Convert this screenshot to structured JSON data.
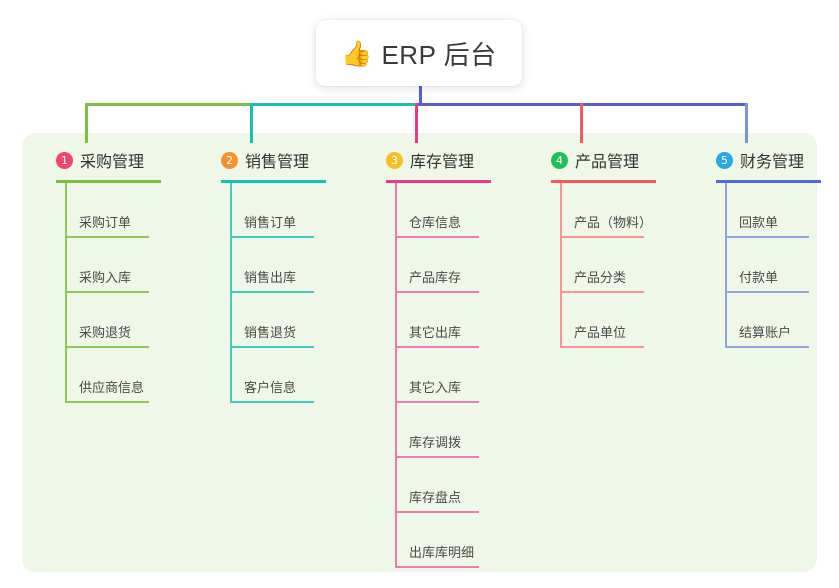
{
  "root": {
    "emoji": "👍",
    "emoji_name": "thumbs-up-icon",
    "title": "ERP 后台"
  },
  "colors": {
    "panel_background": "#eff7e9",
    "page_background": "#ffffff",
    "root_card_background": "#ffffff",
    "root_stem": "#5b5bd6",
    "connector_green": "#7cc043",
    "connector_teal": "#17bfb4",
    "connector_pink": "#ec3a8b",
    "connector_blue": "#5b5bd6",
    "connector_red": "#f25c5c",
    "connector_blue_light": "#7b93d6",
    "text_dark": "#333333",
    "text_leaf": "#4a4a4a"
  },
  "columns": [
    {
      "index": "1",
      "badge_color": "#f2456a",
      "accent": "#7cc043",
      "leaf_accent": "#8cc85a",
      "title": "采购管理",
      "leaves": [
        "采购订单",
        "采购入库",
        "采购退货",
        "供应商信息"
      ]
    },
    {
      "index": "2",
      "badge_color": "#f5922f",
      "accent": "#17bfb4",
      "leaf_accent": "#46c9c0",
      "title": "销售管理",
      "leaves": [
        "销售订单",
        "销售出库",
        "销售退货",
        "客户信息"
      ]
    },
    {
      "index": "3",
      "badge_color": "#f5c023",
      "accent": "#ec3a8b",
      "leaf_accent": "#ef7bb3",
      "title": "库存管理",
      "leaves": [
        "仓库信息",
        "产品库存",
        "其它出库",
        "其它入库",
        "库存调拨",
        "库存盘点",
        "出库库明细"
      ]
    },
    {
      "index": "4",
      "badge_color": "#20bf55",
      "accent": "#f25c5c",
      "leaf_accent": "#f79494",
      "title": "产品管理",
      "leaves": [
        "产品（物料）",
        "产品分类",
        "产品单位"
      ]
    },
    {
      "index": "5",
      "badge_color": "#29a9e0",
      "accent": "#4a6fd1",
      "leaf_accent": "#8da4dd",
      "title": "财务管理",
      "leaves": [
        "回款单",
        "付款单",
        "结算账户"
      ]
    }
  ]
}
